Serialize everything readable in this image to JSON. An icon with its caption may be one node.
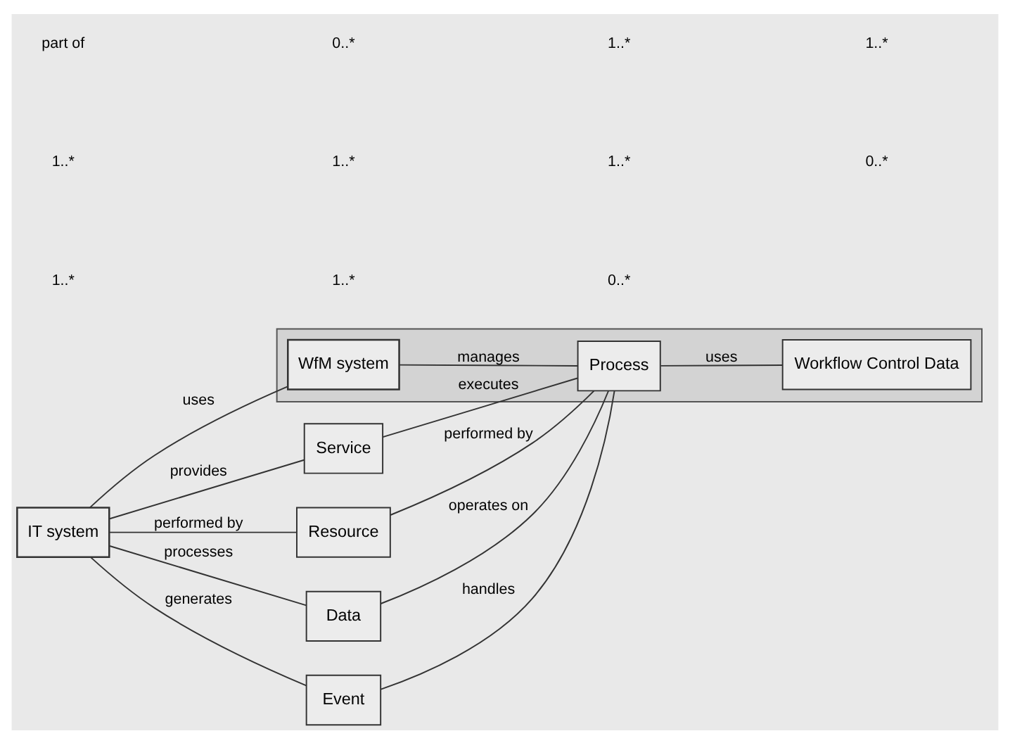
{
  "diagram": {
    "nodes": [
      {
        "text": [
          "IT system"
        ]
      },
      {
        "text": [],
        "shape": "box"
      },
      {
        "text": [
          "WfM system"
        ],
        "in": 1
      },
      {
        "text": [
          "Service"
        ]
      },
      {
        "text": [
          "Resource"
        ]
      },
      {
        "text": [
          "Process"
        ],
        "in": 1
      },
      {
        "text": [
          "Data"
        ]
      },
      {
        "text": [
          "Event"
        ]
      },
      {
        "text": [
          "Workflow Control Data"
        ],
        "in": 1
      }
    ],
    "edges": [
      {
        "from": 0,
        "to": 2,
        "arrow": "none",
        "label": "uses"
      },
      {
        "from": 0,
        "to": 3,
        "arrow": "none",
        "label": "provides"
      },
      {
        "from": 0,
        "to": 4,
        "arrow": "none",
        "label": "performed by"
      },
      {
        "from": 0,
        "to": 6,
        "arrow": "none",
        "label": "processes"
      },
      {
        "from": 0,
        "to": 7,
        "arrow": "none",
        "label": "generates"
      },
      {
        "from": 3,
        "to": 5,
        "arrow": "none",
        "label": "executes"
      },
      {
        "from": 4,
        "to": 5,
        "arrow": "none",
        "label": "performed by"
      },
      {
        "from": 6,
        "to": 5,
        "arrow": "none",
        "label": "operates on"
      },
      {
        "from": 7,
        "to": 5,
        "arrow": "none",
        "label": "handles"
      },
      {
        "from": 2,
        "to": 5,
        "arrow": "none",
        "label": "manages"
      },
      {
        "from": 5,
        "to": 8,
        "arrow": "none",
        "label": "uses"
      }
    ],
    "labels": [
      "part of",
      "1..*",
      "1..*",
      "0..*",
      "1..*",
      "1..*",
      "1..*",
      "1..*",
      "0..*",
      "1..*",
      "0..*"
    ]
  }
}
